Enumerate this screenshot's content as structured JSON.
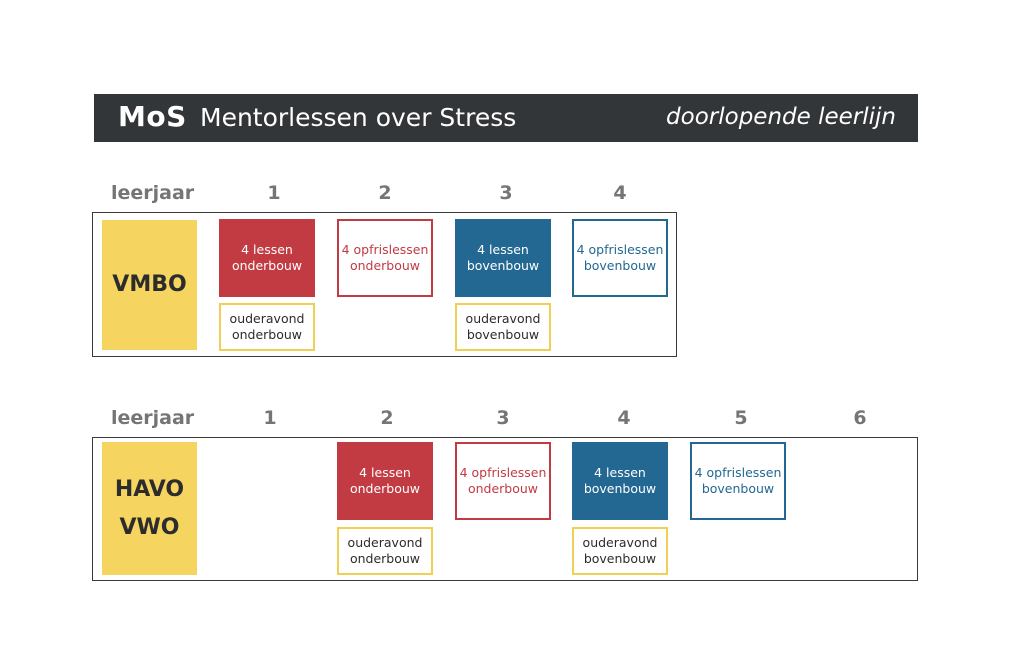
{
  "header": {
    "brand": "MoS",
    "title": "Mentorlessen over Stress",
    "tagline": "doorlopende leerlijn"
  },
  "vmbo": {
    "year_label": "leerjaar",
    "years": [
      "1",
      "2",
      "3",
      "4"
    ],
    "level": [
      "VMBO"
    ],
    "lessons": [
      {
        "line1": "4 lessen",
        "line2": "onderbouw"
      },
      {
        "line1": "4 opfrislessen",
        "line2": "onderbouw"
      },
      {
        "line1": "4 lessen",
        "line2": "bovenbouw"
      },
      {
        "line1": "4 opfrislessen",
        "line2": "bovenbouw"
      }
    ],
    "evenings": [
      {
        "line1": "ouderavond",
        "line2": "onderbouw"
      },
      {
        "line1": "ouderavond",
        "line2": "bovenbouw"
      }
    ]
  },
  "havo_vwo": {
    "year_label": "leerjaar",
    "years": [
      "1",
      "2",
      "3",
      "4",
      "5",
      "6"
    ],
    "level": [
      "HAVO",
      "VWO"
    ],
    "lessons": [
      {
        "line1": "4 lessen",
        "line2": "onderbouw"
      },
      {
        "line1": "4 opfrislessen",
        "line2": "onderbouw"
      },
      {
        "line1": "4 lessen",
        "line2": "bovenbouw"
      },
      {
        "line1": "4 opfrislessen",
        "line2": "bovenbouw"
      }
    ],
    "evenings": [
      {
        "line1": "ouderavond",
        "line2": "onderbouw"
      },
      {
        "line1": "ouderavond",
        "line2": "bovenbouw"
      }
    ]
  },
  "colors": {
    "banner": "#333638",
    "red": "#c23b42",
    "blue": "#236892",
    "yellow": "#f5d560",
    "header_text": "#757575"
  }
}
